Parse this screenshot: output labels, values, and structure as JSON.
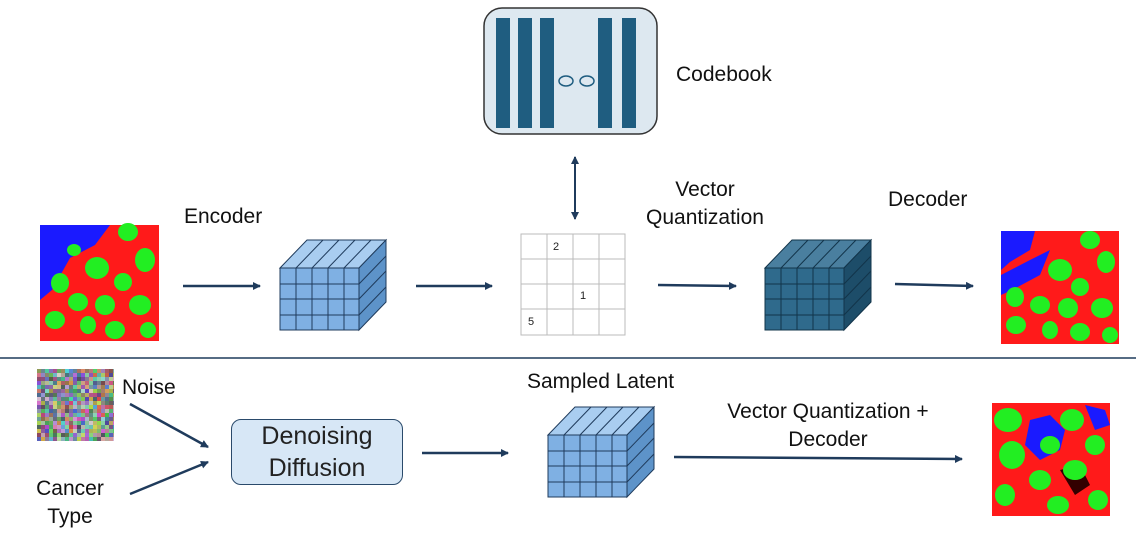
{
  "labels": {
    "codebook": "Codebook",
    "encoder": "Encoder",
    "vq_line1": "Vector",
    "vq_line2": "Quantization",
    "decoder": "Decoder",
    "noise": "Noise",
    "cancer_line1": "Cancer",
    "cancer_line2": "Type",
    "dd_line1": "Denoising",
    "dd_line2": "Diffusion",
    "sampled_latent": "Sampled Latent",
    "vqd_line1": "Vector Quantization +",
    "vqd_line2": "Decoder"
  },
  "grid_numbers": {
    "a": "2",
    "b": "1",
    "c": "5"
  },
  "colors": {
    "arrow": "#1f3b5c",
    "light_cube": "#7fb0e3",
    "dark_cube": "#2f6a8c",
    "codebook_bg": "#dde8f0",
    "codebook_bar": "#1f5d80",
    "tissue_red": "#ff1a1a",
    "tissue_green": "#22ee22",
    "tissue_blue": "#1a1aff"
  }
}
